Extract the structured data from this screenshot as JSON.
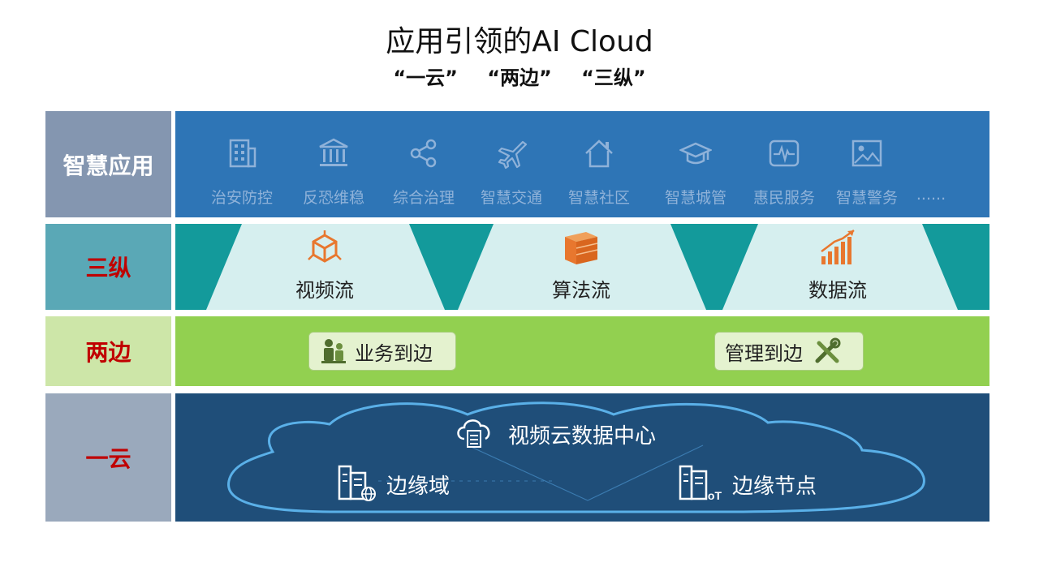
{
  "header": {
    "title": "应用引领的AI Cloud",
    "subtitle_parts": [
      "“一云”",
      "“两边”",
      "“三纵”"
    ]
  },
  "rows": {
    "apps_label": "智慧应用",
    "streams_label": "三纵",
    "edges_label": "两边",
    "cloud_label": "一云"
  },
  "apps": [
    {
      "label": "治安防控",
      "icon": "building-icon"
    },
    {
      "label": "反恐维稳",
      "icon": "institution-icon"
    },
    {
      "label": "综合治理",
      "icon": "share-nodes-icon"
    },
    {
      "label": "智慧交通",
      "icon": "airplane-icon"
    },
    {
      "label": "智慧社区",
      "icon": "home-icon"
    },
    {
      "label": "智慧城管",
      "icon": "graduation-cap-icon"
    },
    {
      "label": "惠民服务",
      "icon": "heartbeat-monitor-icon"
    },
    {
      "label": "智慧警务",
      "icon": "image-icon"
    },
    {
      "label": "......",
      "icon": ""
    }
  ],
  "streams": [
    {
      "label": "视频流",
      "icon": "cube-network-icon"
    },
    {
      "label": "算法流",
      "icon": "stack-box-icon"
    },
    {
      "label": "数据流",
      "icon": "bar-growth-icon"
    }
  ],
  "edges": {
    "business": {
      "label": "业务到边",
      "icon": "people-icon"
    },
    "management": {
      "label": "管理到边",
      "icon": "tools-icon"
    }
  },
  "cloud": {
    "center": "视频云数据中心",
    "edge_domain": "边缘域",
    "edge_node": "边缘节点"
  },
  "colors": {
    "apps_band": "#2e75b6",
    "streams_band": "#139a9b",
    "edges_band": "#92d050",
    "cloud_band": "#1f4e79",
    "label_red": "#c00000",
    "icon_orange": "#e8772e"
  }
}
